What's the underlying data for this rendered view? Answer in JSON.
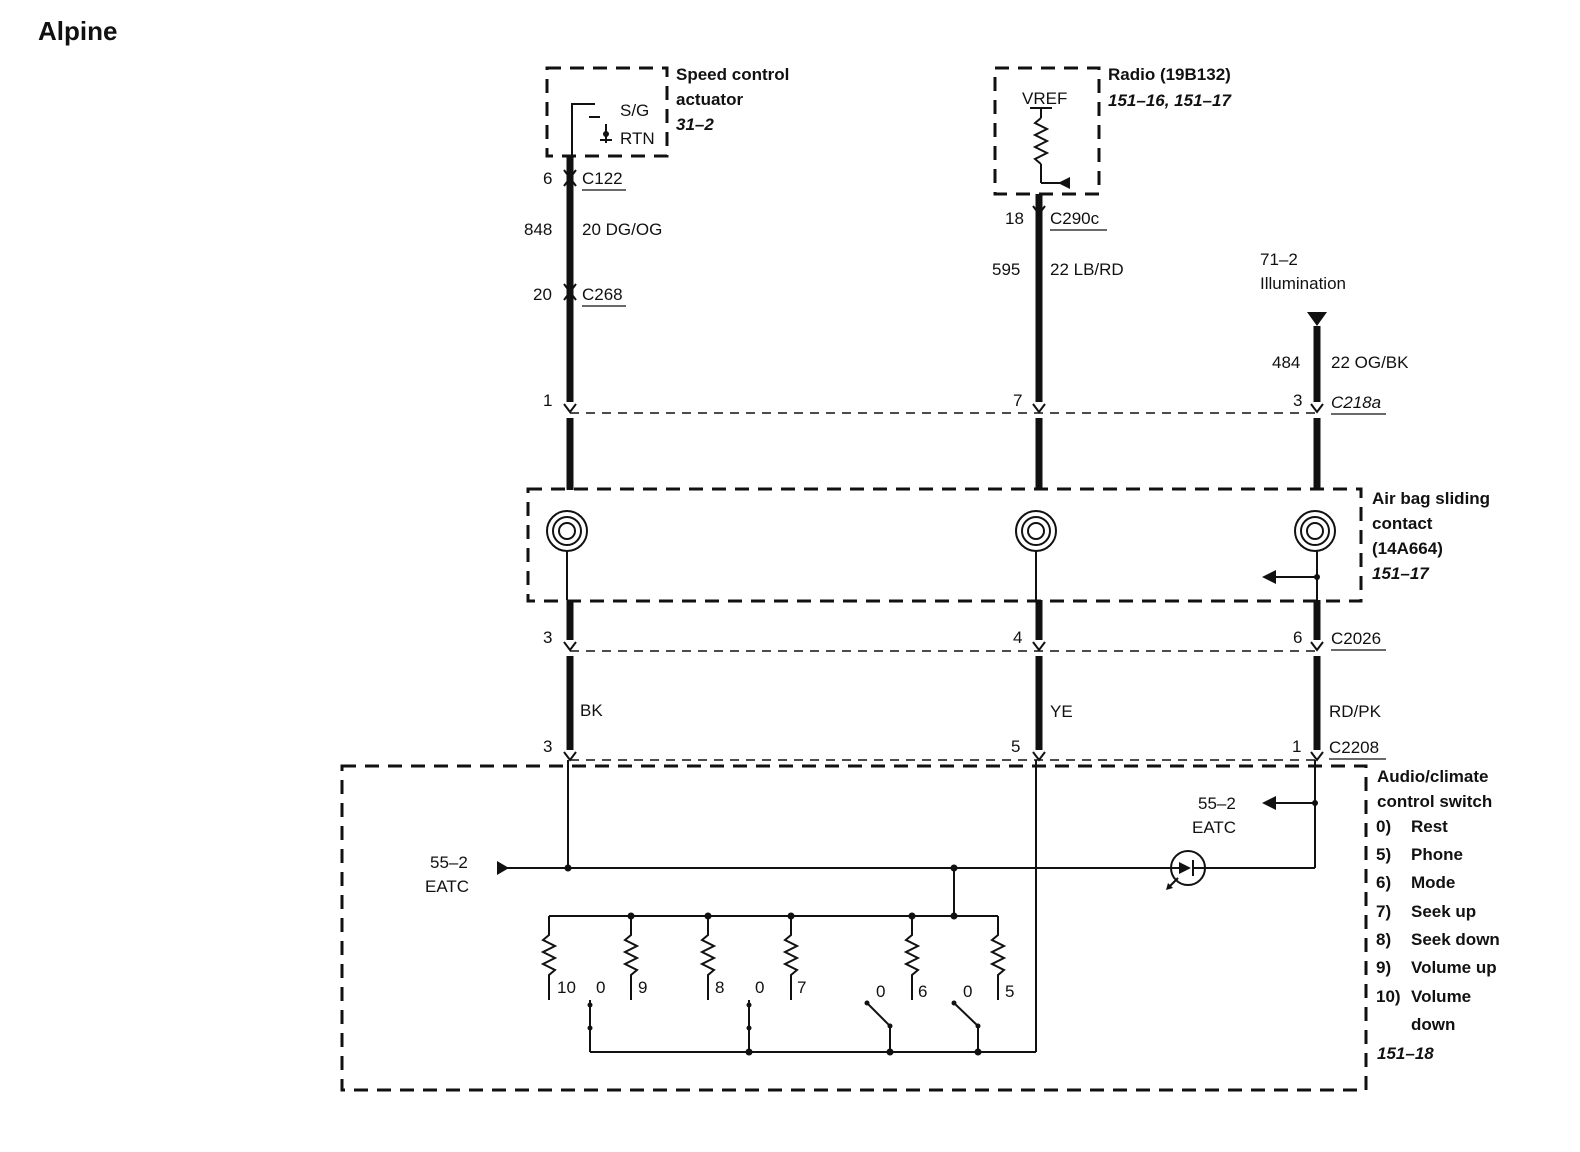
{
  "title": "Alpine",
  "components": {
    "speed_control": {
      "name_line1": "Speed control",
      "name_line2": "actuator",
      "ref": "31–2",
      "sig": "S/G",
      "rtn": "RTN"
    },
    "radio": {
      "name": "Radio (19B132)",
      "ref": "151–16, 151–17",
      "vref": "VREF"
    },
    "illumination": {
      "ref": "71–2",
      "name": "Illumination"
    },
    "airbag": {
      "line1": "Air bag sliding",
      "line2": "contact",
      "line3": "(14A664)",
      "ref": "151–17"
    },
    "switch": {
      "line1": "Audio/climate",
      "line2": "control switch",
      "modes": [
        {
          "num": "0)",
          "label": "Rest"
        },
        {
          "num": "5)",
          "label": "Phone"
        },
        {
          "num": "6)",
          "label": "Mode"
        },
        {
          "num": "7)",
          "label": "Seek up"
        },
        {
          "num": "8)",
          "label": "Seek down"
        },
        {
          "num": "9)",
          "label": "Volume up"
        },
        {
          "num": "10)",
          "label": "Volume"
        }
      ],
      "mode_cont": "down",
      "ref": "151–18"
    }
  },
  "connectors": {
    "c122": {
      "name": "C122",
      "pin": "6"
    },
    "c268": {
      "name": "C268",
      "pin": "20"
    },
    "c290c": {
      "name": "C290c",
      "pin": "18"
    },
    "c218a": {
      "name": "C218a",
      "pins": [
        "1",
        "7",
        "3"
      ]
    },
    "c2026": {
      "name": "C2026",
      "pins": [
        "3",
        "4",
        "6"
      ]
    },
    "c2208": {
      "name": "C2208",
      "pins": [
        "3",
        "5",
        "1"
      ]
    }
  },
  "wires": {
    "w848": {
      "circuit": "848",
      "color": "20 DG/OG"
    },
    "w595": {
      "circuit": "595",
      "color": "22 LB/RD"
    },
    "w484": {
      "circuit": "484",
      "color": "22 OG/BK"
    },
    "bk": "BK",
    "ye": "YE",
    "rdpk": "RD/PK"
  },
  "eatc": {
    "ref": "55–2",
    "label": "EATC"
  },
  "switch_positions": [
    "10",
    "0",
    "9",
    "8",
    "0",
    "7",
    "0",
    "6",
    "0",
    "5"
  ]
}
